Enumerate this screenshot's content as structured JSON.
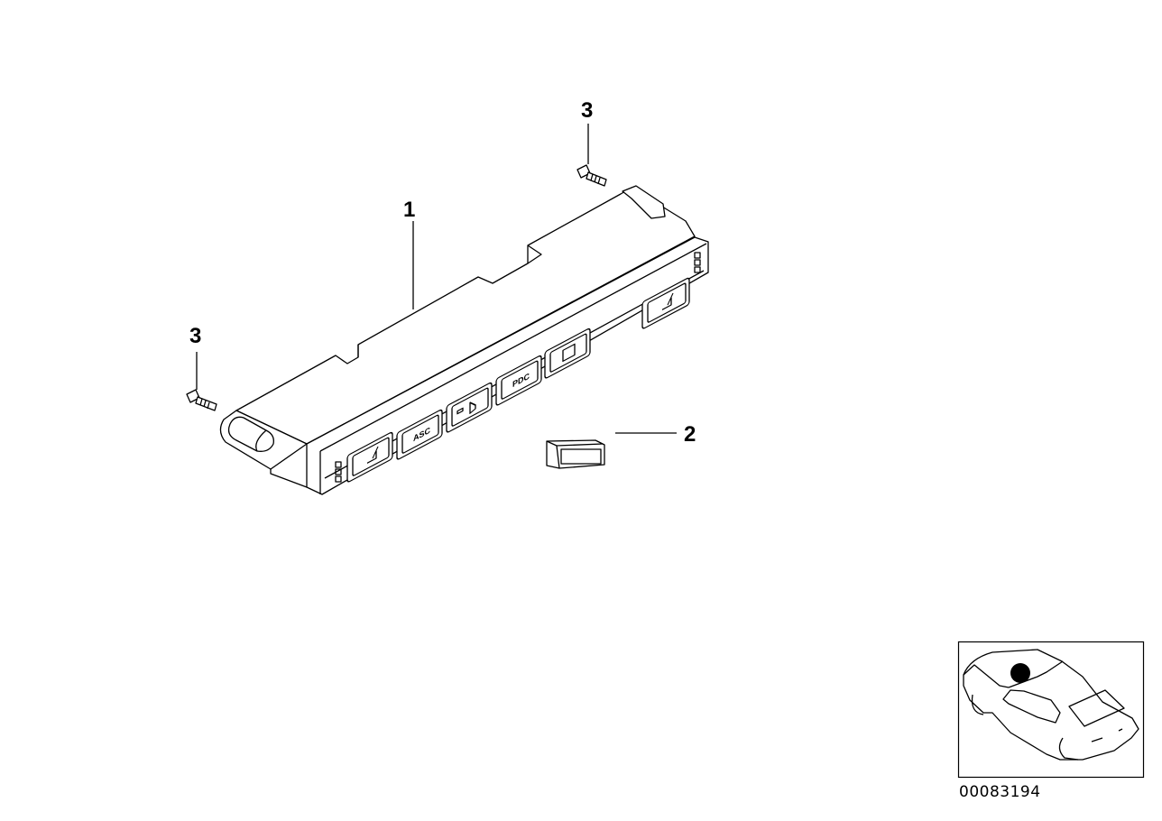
{
  "diagram": {
    "callouts": [
      {
        "number": "1",
        "part": "switch-panel"
      },
      {
        "number": "2",
        "part": "blank-cover"
      },
      {
        "number": "3",
        "part": "screw-right"
      },
      {
        "number": "3",
        "part": "screw-left"
      }
    ],
    "buttons": [
      {
        "icon": "seat-heating-icon",
        "label": ""
      },
      {
        "icon": "asc-icon",
        "label": "ASC"
      },
      {
        "icon": "window-icon",
        "label": ""
      },
      {
        "icon": "pdc-icon",
        "label": "PDC"
      },
      {
        "icon": "sunblind-icon",
        "label": ""
      },
      {
        "icon": "seat-heating-icon",
        "label": ""
      }
    ],
    "locator_marker_color": "#000000",
    "diagram_code": "00083194"
  }
}
